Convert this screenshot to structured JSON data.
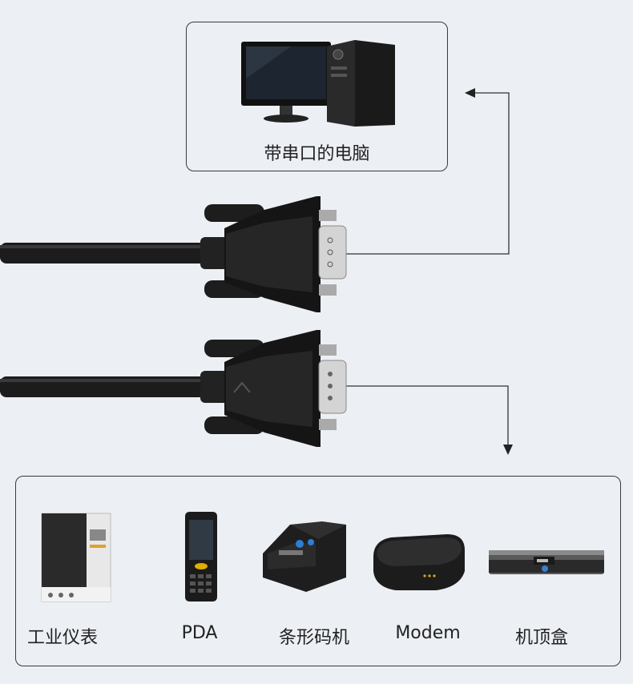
{
  "top_device": {
    "label": "带串口的电脑",
    "icon": "desktop-computer-icon"
  },
  "devices": [
    {
      "label": "工业仪表",
      "icon": "industrial-meter-icon"
    },
    {
      "label": "PDA",
      "icon": "pda-scanner-icon"
    },
    {
      "label": "条形码机",
      "icon": "barcode-printer-icon"
    },
    {
      "label": "Modem",
      "icon": "modem-icon"
    },
    {
      "label": "机顶盒",
      "icon": "set-top-box-icon"
    }
  ],
  "colors": {
    "background": "#eceff4",
    "border": "#3a3a3a",
    "cable": "#1c1c1c"
  }
}
